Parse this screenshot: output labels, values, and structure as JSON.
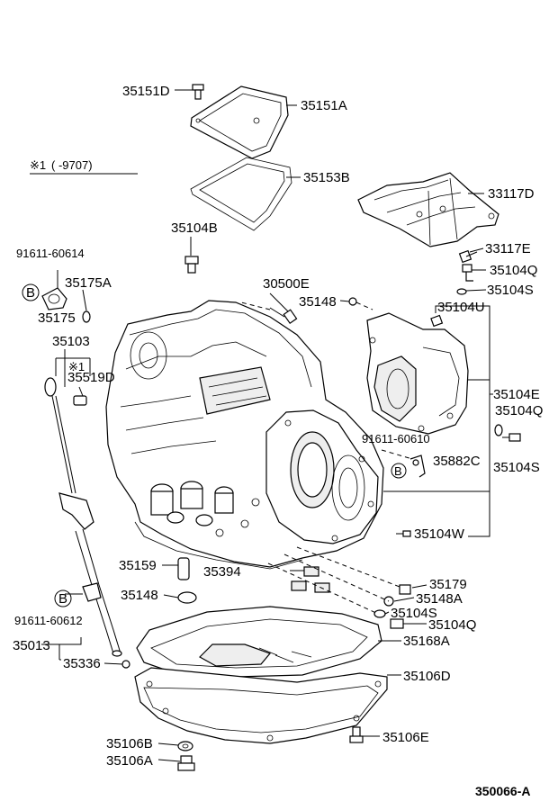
{
  "note": {
    "mark": "※1",
    "range": "(      -9707)"
  },
  "note2": {
    "mark": "※1"
  },
  "circle_mark": "B",
  "footer_code": "350066-A",
  "labels": {
    "p35151D": "35151D",
    "p35151A": "35151A",
    "p35153B": "35153B",
    "p35104B": "35104B",
    "p33117D": "33117D",
    "p33117E": "33117E",
    "p91611_60614": "91611-60614",
    "p35175A": "35175A",
    "p35175": "35175",
    "p30500E": "30500E",
    "p35148_top": "35148",
    "p35104Q_top": "35104Q",
    "p35104S_top": "35104S",
    "p35104U": "35104U",
    "p35103": "35103",
    "p35519D": "35519D",
    "p35104E": "35104E",
    "p35104Q_mid": "35104Q",
    "p91611_60610": "91611-60610",
    "p35882C": "35882C",
    "p35104S_mid": "35104S",
    "p35104W": "35104W",
    "p35159": "35159",
    "p35394": "35394",
    "p35179": "35179",
    "p35148": "35148",
    "p35148A": "35148A",
    "p35104S_low": "35104S",
    "p35104Q_low": "35104Q",
    "p35168A": "35168A",
    "p91611_60612": "91611-60612",
    "p35013": "35013",
    "p35336": "35336",
    "p35106D": "35106D",
    "p35106B": "35106B",
    "p35106E": "35106E",
    "p35106A": "35106A"
  }
}
